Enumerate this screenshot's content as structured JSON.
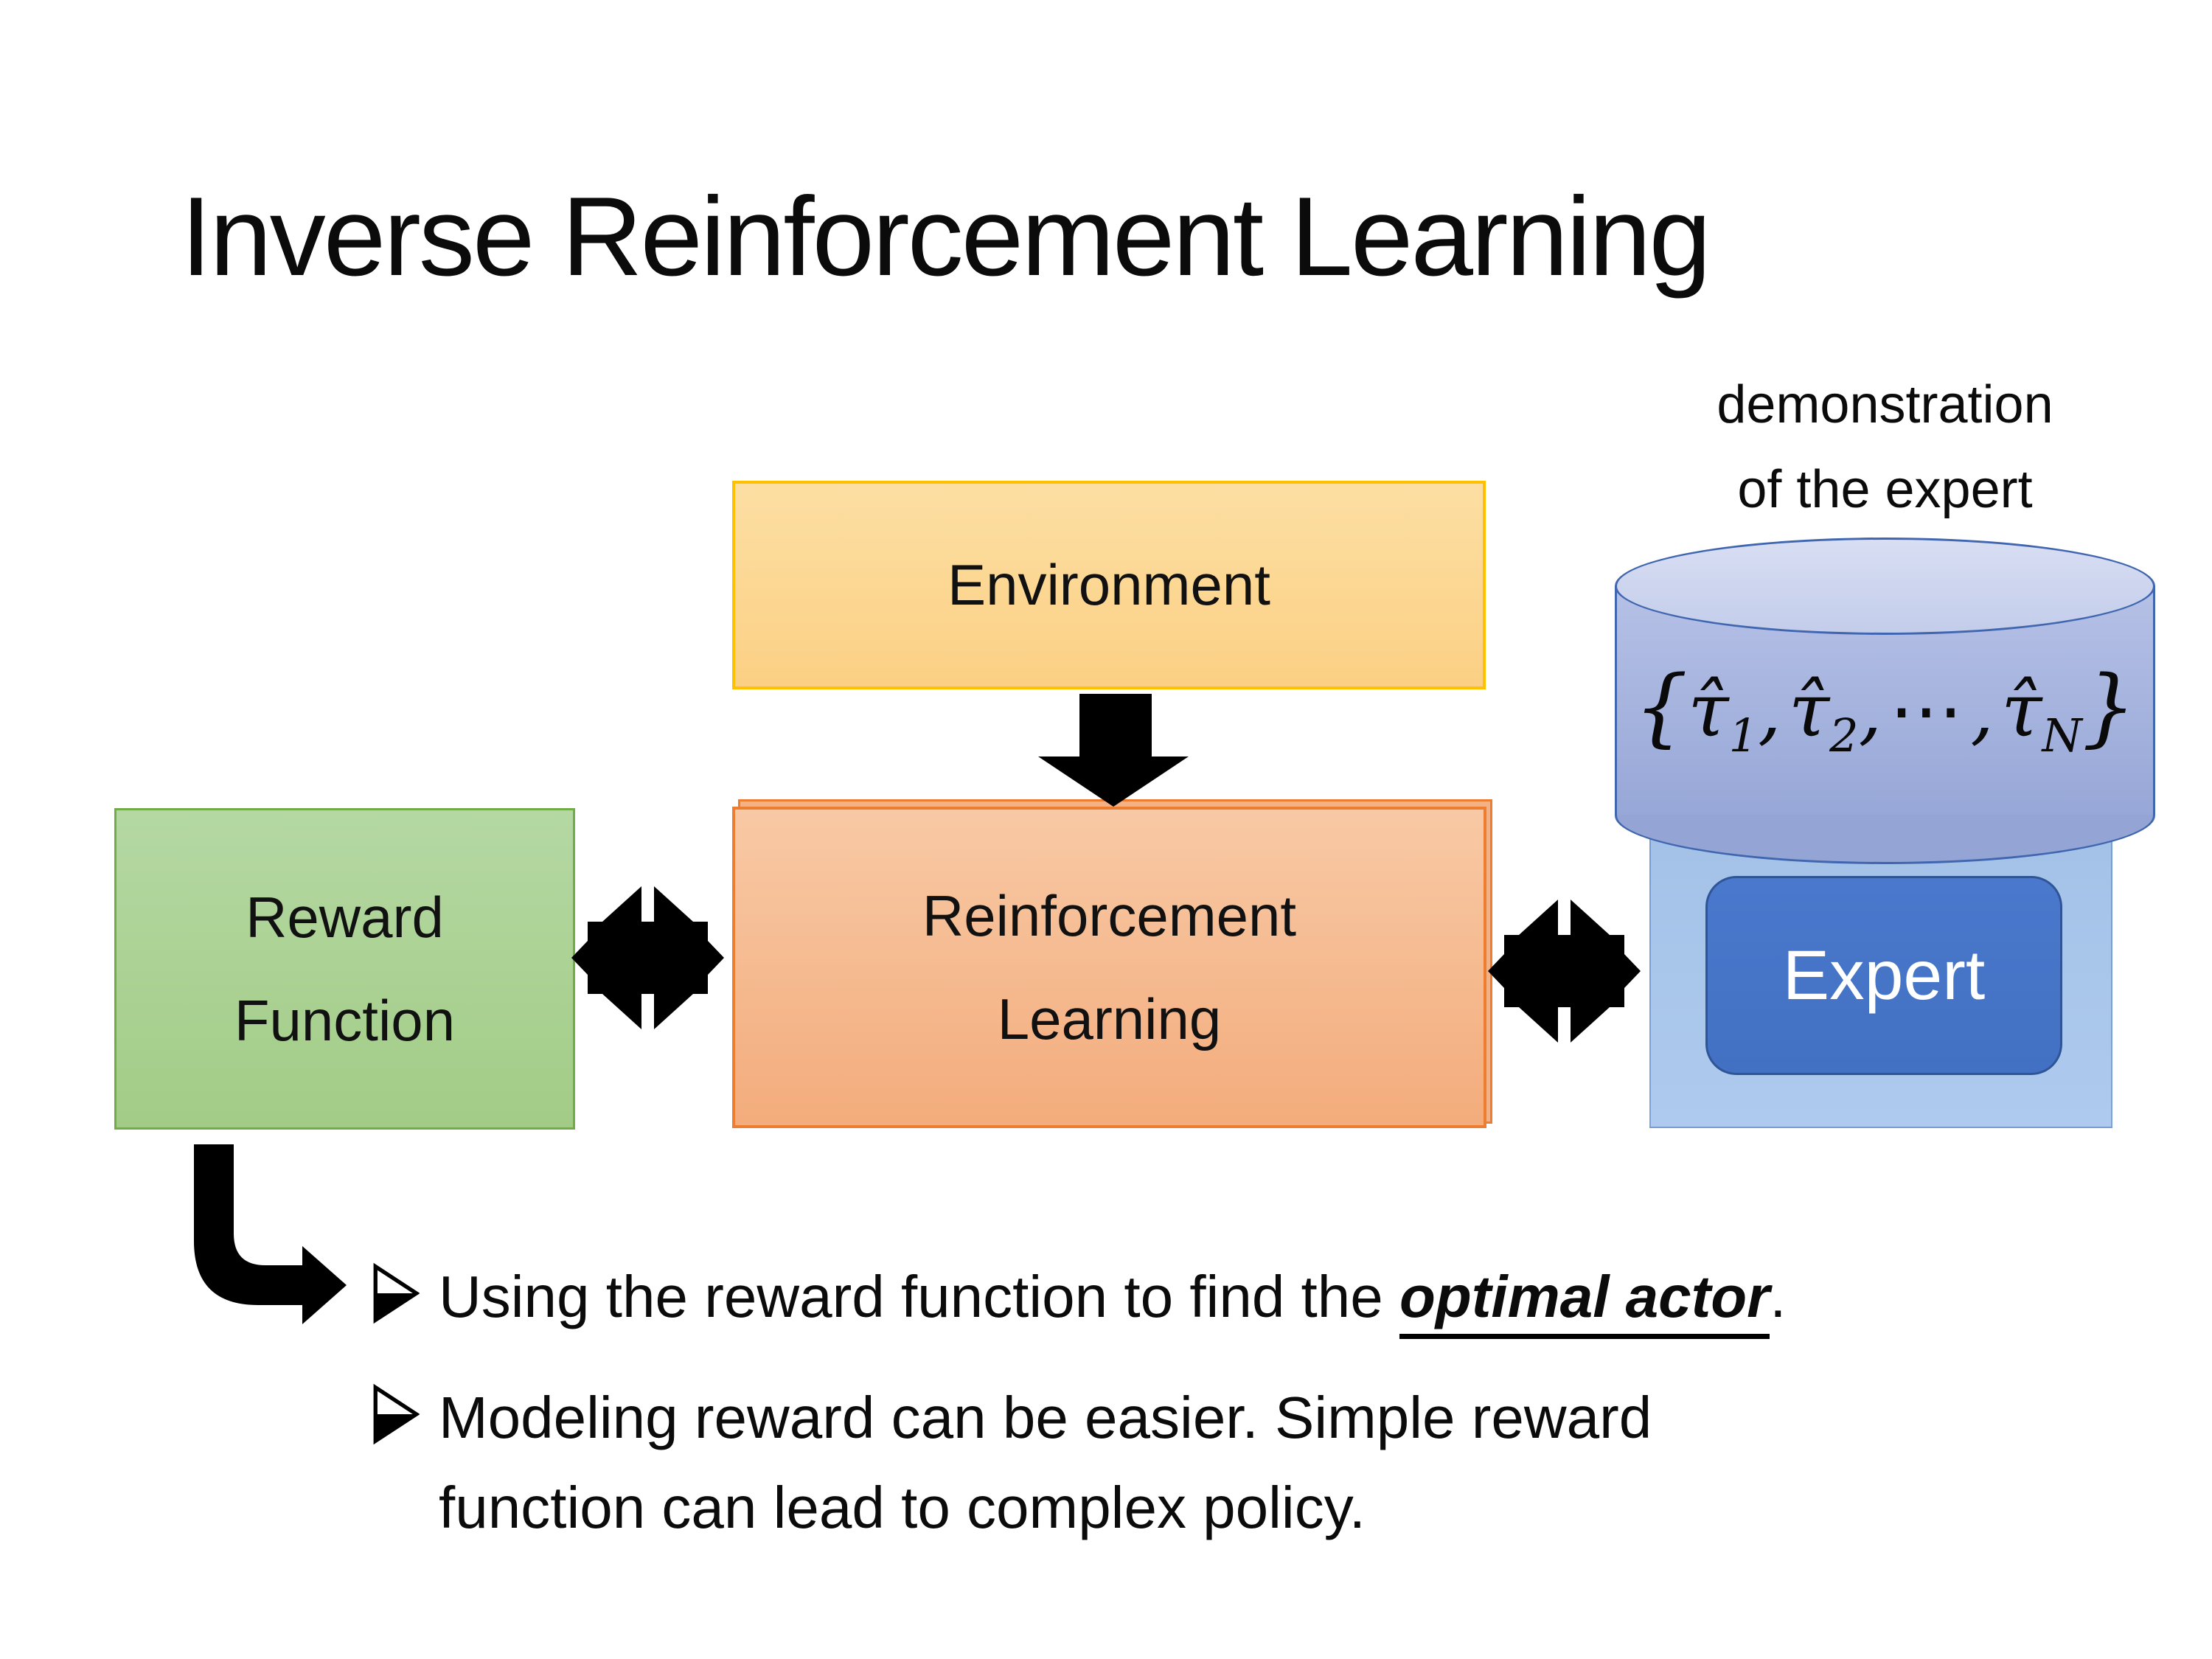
{
  "slide": {
    "title": "Inverse Reinforcement Learning"
  },
  "boxes": {
    "environment": {
      "label": "Environment"
    },
    "reward_function": {
      "line1": "Reward",
      "line2": "Function"
    },
    "reinforcement_learning": {
      "line1": "Reinforcement",
      "line2": "Learning"
    },
    "expert": {
      "label": "Expert"
    }
  },
  "demonstration": {
    "caption_line1": "demonstration",
    "caption_line2": "of the expert",
    "formula": {
      "open": "{",
      "tau1": "τ̂",
      "sub1": "1",
      "comma1": ",",
      "tau2": "τ̂",
      "sub2": "2",
      "comma2": ",",
      "dots": "⋯",
      "comma3": ",",
      "tauN": "τ̂",
      "subN": "N",
      "close": "}"
    }
  },
  "bullets": {
    "item1": {
      "pre": "Using the reward function to find the ",
      "emphasis": "optimal actor",
      "post": "."
    },
    "item2": {
      "line1": "Modeling reward can be easier. Simple reward",
      "line2": "function can lead to complex policy."
    }
  },
  "icons": {
    "bullet_marker": "right-arrowhead-bullet",
    "flow_down": "down-block-arrow",
    "flow_left_right": "double-headed-exchange-arrow",
    "flow_elbow": "bent-elbow-right-arrow"
  },
  "colors": {
    "environment_fill": "#FBD68C",
    "environment_border": "#FFC000",
    "reward_fill": "#A9D18E",
    "reward_border": "#70AD47",
    "rl_fill": "#F4B183",
    "rl_border": "#ED7D31",
    "expert_fill": "#4472C4",
    "expert_border": "#2F5597",
    "panel_fill": "#A6C4E9",
    "cylinder_fill": "#9AAAD9",
    "cylinder_top_fill": "#CED7F0",
    "cylinder_border": "#4066B0",
    "arrow_black": "#000000"
  }
}
